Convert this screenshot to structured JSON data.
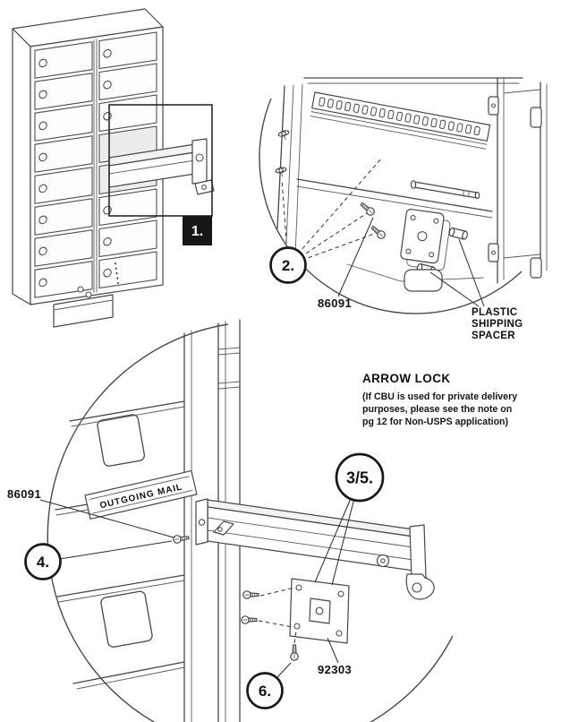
{
  "page": {
    "background": "#ffffff",
    "line_color": "#4a4a4a",
    "ink_color": "#111111"
  },
  "callouts": {
    "step1": "1.",
    "step2": "2.",
    "step35": "3/5.",
    "step4": "4.",
    "step6": "6."
  },
  "part_labels": {
    "screw_top": "86091",
    "screw_left": "86091",
    "bracket_plate": "92303"
  },
  "spacer_note": {
    "line1": "PLASTIC",
    "line2": "SHIPPING",
    "line3": "SPACER"
  },
  "banner": {
    "text": "OUTGOING MAIL"
  },
  "note": {
    "title": "ARROW LOCK",
    "body1": "(If CBU is used for private delivery",
    "body2": "purposes, please see the note on",
    "body3": "pg 12 for Non-USPS application)"
  }
}
